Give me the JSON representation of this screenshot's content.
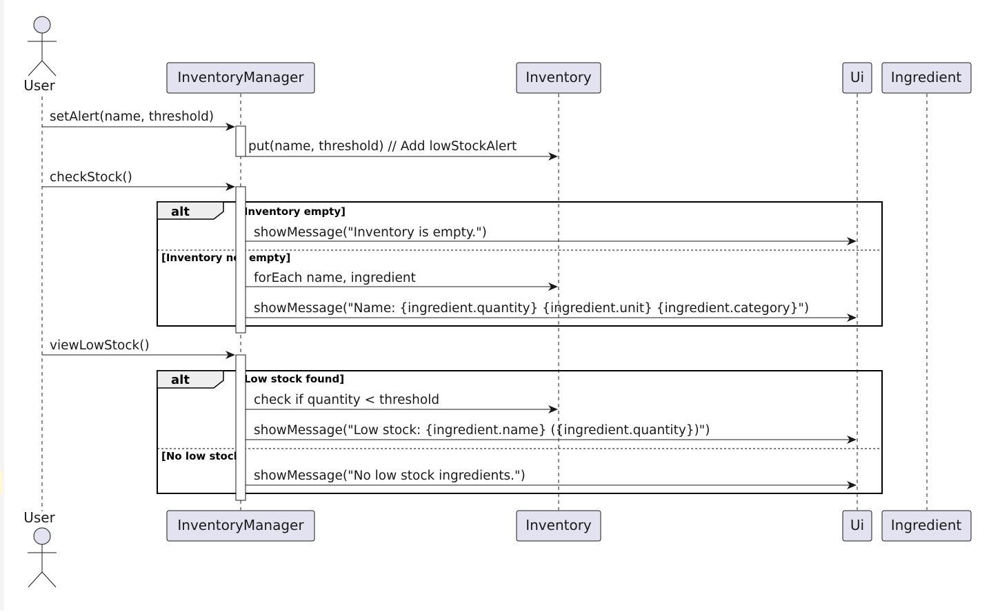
{
  "colors": {
    "participant_fill": "#e2e2f0",
    "participant_stroke": "#181818",
    "lifeline": "#181818",
    "activation_fill": "#ffffff",
    "fragment_border": "#000000",
    "fragment_tab_fill": "#eeeeee"
  },
  "participants": [
    {
      "id": "user",
      "label": "User",
      "kind": "actor"
    },
    {
      "id": "im",
      "label": "InventoryManager",
      "kind": "box"
    },
    {
      "id": "inv",
      "label": "Inventory",
      "kind": "box"
    },
    {
      "id": "ui",
      "label": "Ui",
      "kind": "box"
    },
    {
      "id": "ing",
      "label": "Ingredient",
      "kind": "box"
    }
  ],
  "messages": [
    {
      "from": "user",
      "to": "im",
      "label": "setAlert(name, threshold)"
    },
    {
      "from": "im",
      "to": "inv",
      "label": "put(name, threshold)  // Add lowStockAlert"
    },
    {
      "from": "user",
      "to": "im",
      "label": "checkStock()"
    },
    {
      "from": "im",
      "to": "ui",
      "label": "showMessage(\"Inventory is empty.\")"
    },
    {
      "from": "im",
      "to": "inv",
      "label": "forEach name, ingredient"
    },
    {
      "from": "im",
      "to": "ui",
      "label": "showMessage(\"Name: {ingredient.quantity} {ingredient.unit} {ingredient.category}\")"
    },
    {
      "from": "user",
      "to": "im",
      "label": "viewLowStock()"
    },
    {
      "from": "im",
      "to": "inv",
      "label": "check if quantity < threshold"
    },
    {
      "from": "im",
      "to": "ui",
      "label": "showMessage(\"Low stock: {ingredient.name} ({ingredient.quantity})\")"
    },
    {
      "from": "im",
      "to": "ui",
      "label": "showMessage(\"No low stock ingredients.\")"
    }
  ],
  "fragments": [
    {
      "operator": "alt",
      "guards": [
        "[Inventory empty]",
        "[Inventory not empty]"
      ]
    },
    {
      "operator": "alt",
      "guards": [
        "[Low stock found]",
        "[No low stock]"
      ]
    }
  ]
}
